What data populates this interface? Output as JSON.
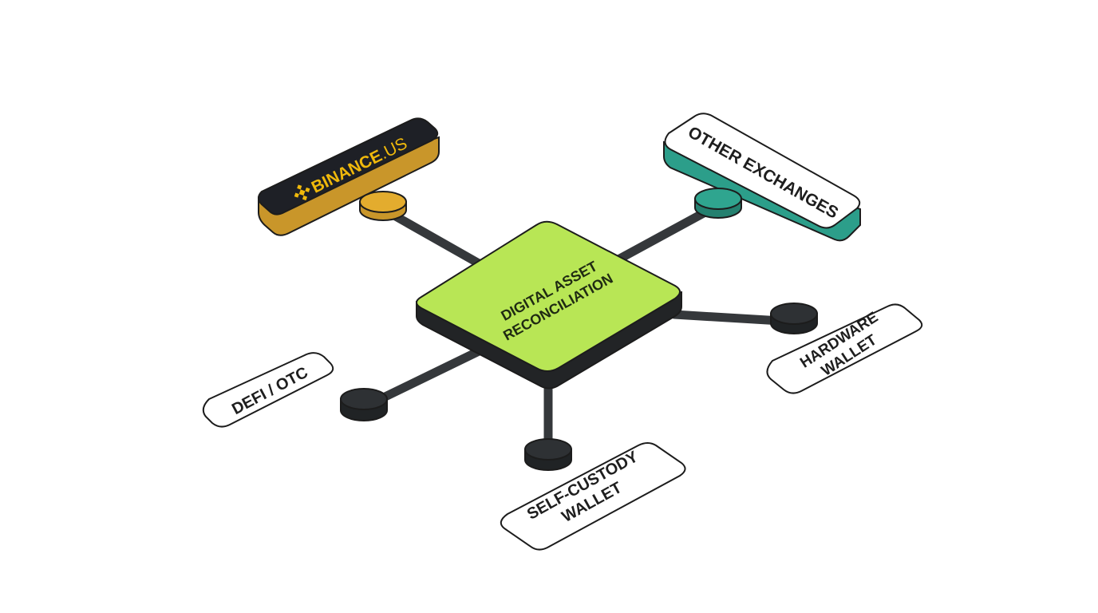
{
  "hub": {
    "line1": "DIGITAL ASSET",
    "line2": "RECONCILIATION",
    "color": "#b8e655",
    "edge_color": "#222426"
  },
  "sources": {
    "binance": {
      "brand": "BINANCE",
      "suffix": ".US",
      "color": "#1e2026",
      "accent": "#f0b90b",
      "node_color": "#e3ac2e",
      "base_color": "#c9962a"
    },
    "other_exchanges": {
      "label": "OTHER EXCHANGES",
      "accent": "#2c9e8a",
      "node_color": "#2fa58f"
    },
    "hardware_wallet": {
      "line1": "HARDWARE",
      "line2": "WALLET"
    },
    "self_custody_wallet": {
      "line1": "SELF-CUSTODY",
      "line2": "WALLET"
    },
    "defi_otc": {
      "label": "DEFI / OTC"
    }
  },
  "colors": {
    "connector": "#35383b",
    "outline": "#1c1c1c",
    "node_dark": "#2e3134"
  }
}
